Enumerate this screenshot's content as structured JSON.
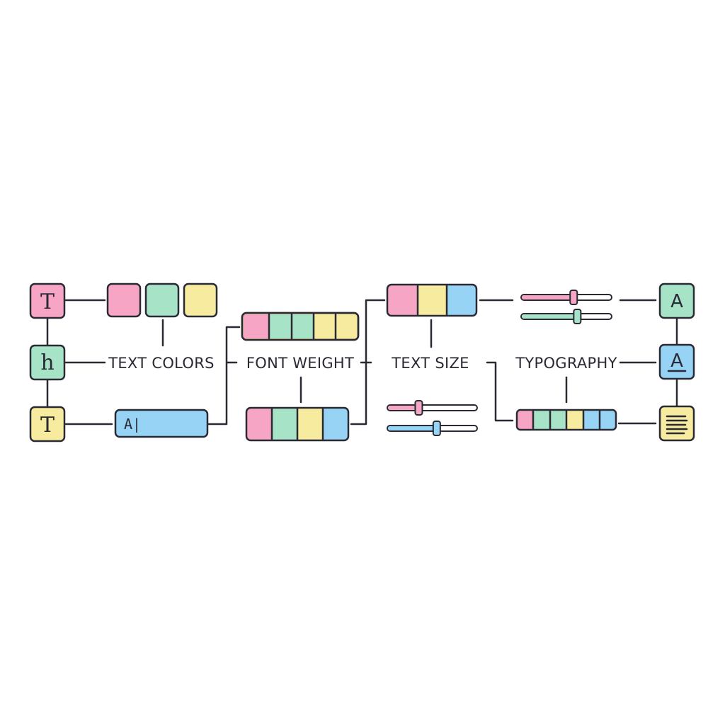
{
  "colors": {
    "pink": "#f6a6c4",
    "green": "#a7e3c6",
    "yellow": "#f6eb9f",
    "blue": "#96d3f4",
    "ink": "#2a2a35"
  },
  "labels": {
    "text_colors": "TEXT COLORS",
    "font_weight": "FONT WEIGHT",
    "text_size": "TEXT SIZE",
    "typography": "TYPOGRAPHY"
  },
  "glyphs": {
    "left_top": "T",
    "left_mid": "h",
    "left_bottom": "T",
    "input_text": "A|",
    "right_top": "A",
    "right_mid": "A"
  },
  "icons": {
    "right_bottom": "align-text-icon"
  },
  "sliders": {
    "top_pink_level": 0.58,
    "top_green_level": 0.62,
    "mid_pink_level": 0.35,
    "mid_blue_level": 0.55
  }
}
